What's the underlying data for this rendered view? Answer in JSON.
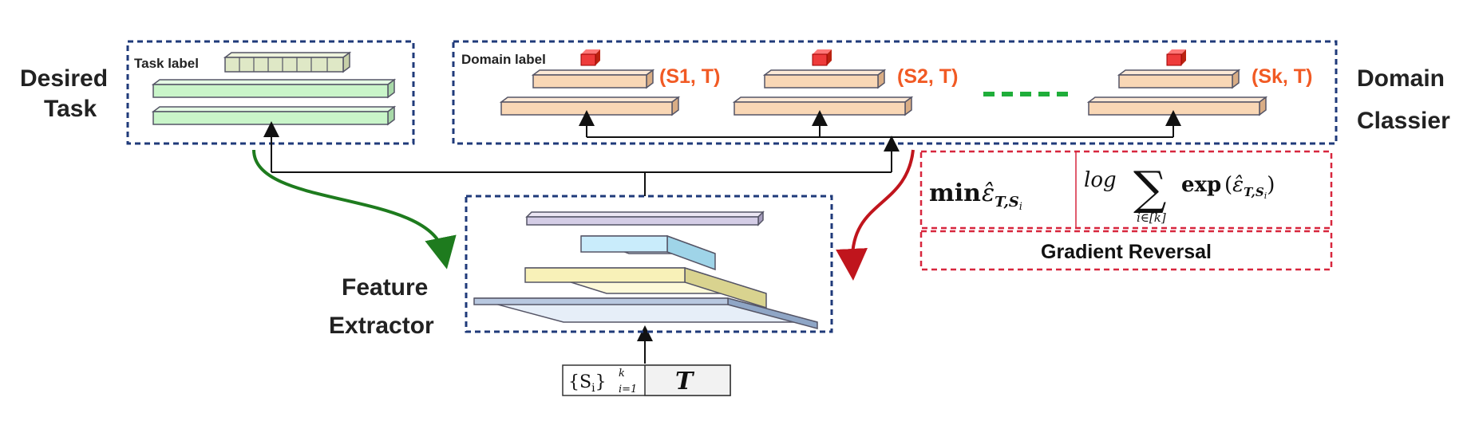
{
  "labels": {
    "desired_task_1": "Desired",
    "desired_task_2": "Task",
    "domain_classifier_1": "Domain",
    "domain_classifier_2": "Classier",
    "feature_extractor_1": "Feature",
    "feature_extractor_2": "Extractor",
    "task_label": "Task label",
    "domain_label": "Domain label",
    "pair_1": "(S1, T)",
    "pair_2": "(S2, T)",
    "pair_k": "(Sk, T)",
    "gradient_reversal": "Gradient Reversal"
  },
  "formula": {
    "min": "min",
    "eps": "ε̂",
    "sub": "T,S",
    "sub_i": "i",
    "log": "log",
    "sum_sign": "∑",
    "sum_under": "i∈[k]",
    "exp": "exp",
    "paren_open": "(",
    "paren_close": ")"
  },
  "input": {
    "set_open": "{S",
    "set_sub_i": "i",
    "set_close": "}",
    "set_sup": "k",
    "set_sub": "i=1",
    "target": "T"
  },
  "colors": {
    "box_border": "#1f3a7a",
    "gradient_box": "#d7263d",
    "orange_text": "#f15a24",
    "green_arrow": "#1e7b1e",
    "red_arrow": "#c0151d",
    "green_dash": "#1fae3a",
    "task_layer": "#c9f5c9",
    "domain_layer": "#f9d7b5",
    "task_label_block": "#dfe8c6",
    "domain_label_block": "#ee3b3b"
  }
}
